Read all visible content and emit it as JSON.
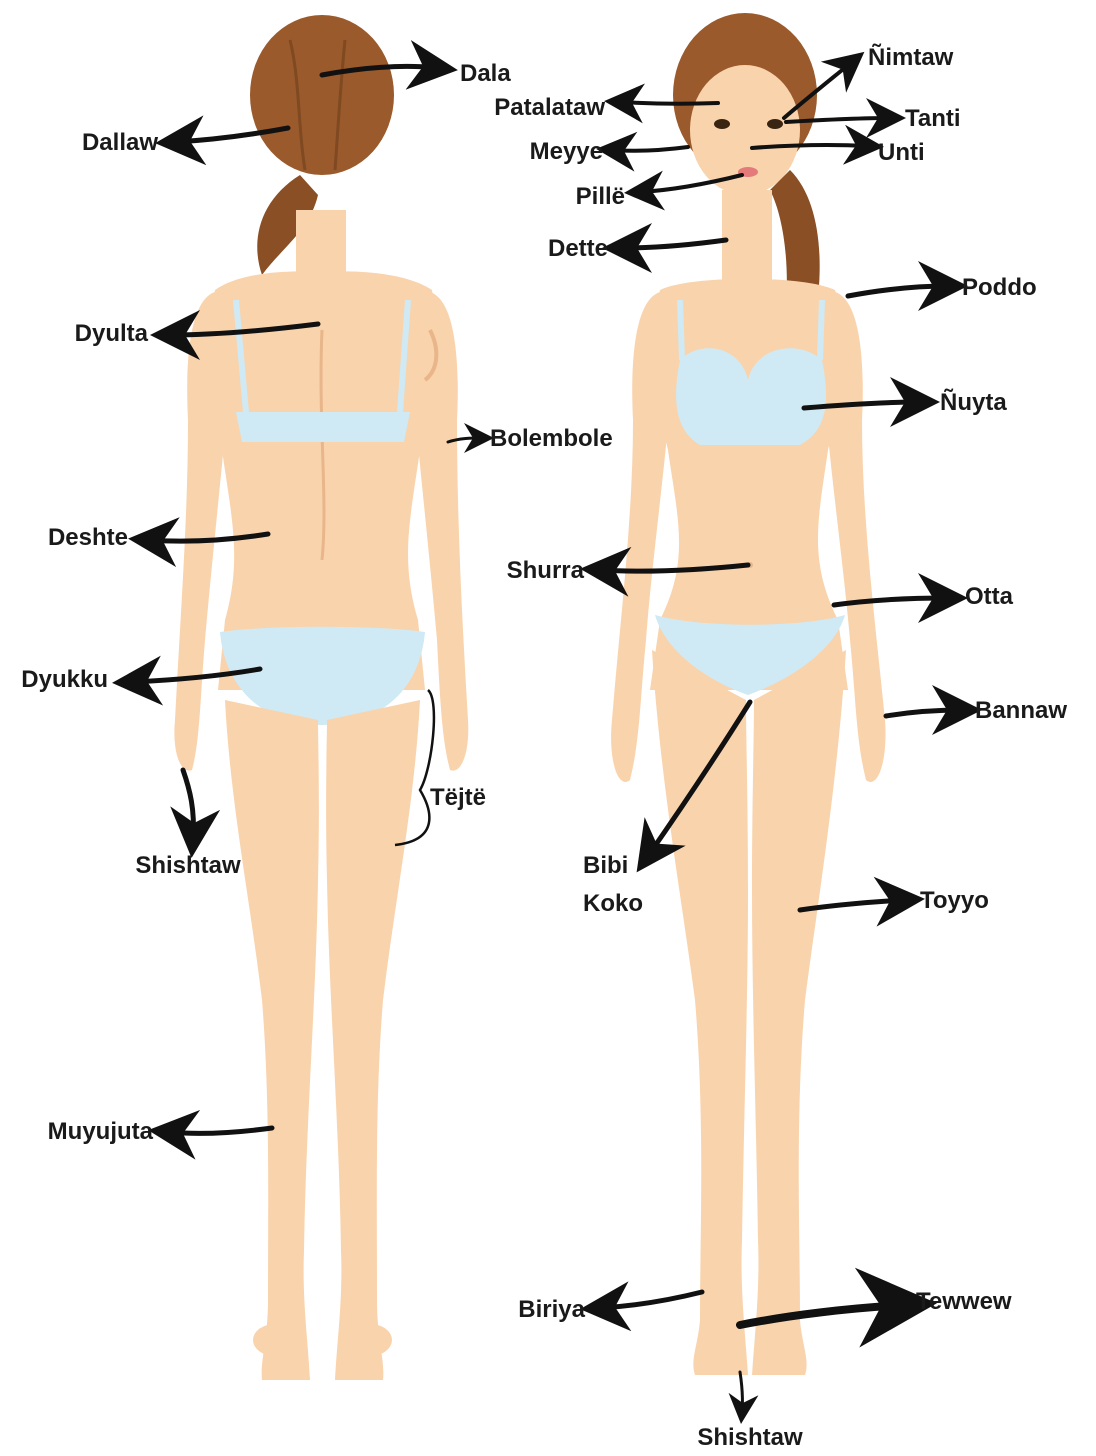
{
  "colors": {
    "skin": "#f9d3ac",
    "skin_shade": "#e8b68a",
    "hair": "#9a5a2c",
    "hair_dark": "#6e3d1b",
    "underwear": "#cfeaf4",
    "underwear_edge": "#a9d3e4",
    "arrow": "#111111",
    "text": "#1a1a1a"
  },
  "labels": {
    "back_view": {
      "dala": "Dala",
      "dallaw": "Dallaw",
      "dyulta": "Dyulta",
      "bolembole": "Bolembole",
      "deshte": "Deshte",
      "dyukku": "Dyukku",
      "tejte": "Tëjtë",
      "shishtaw_hand": "Shishtaw",
      "muyujuta": "Muyujuta"
    },
    "front_view": {
      "nimtaw": "Ñimtaw",
      "patalataw": "Patalataw",
      "tanti": "Tanti",
      "meyye": "Meyye",
      "unti": "Unti",
      "pille": "Pillë",
      "dette": "Dette",
      "poddo": "Poddo",
      "nuyta": "Ñuyta",
      "shurra": "Shurra",
      "otta": "Otta",
      "bannaw": "Bannaw",
      "bibi": "Bibi",
      "koko": "Koko",
      "toyyo": "Toyyo",
      "biriya": "Biriya",
      "tewwew": "Tewwew",
      "shishtaw_foot": "Shishtaw"
    }
  }
}
